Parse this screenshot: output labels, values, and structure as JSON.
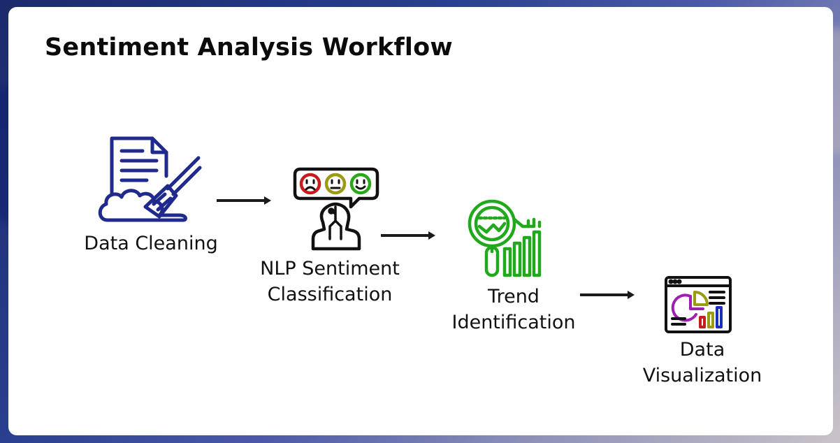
{
  "title": "Sentiment Analysis Workflow",
  "steps": [
    {
      "label": "Data Cleaning",
      "icon": "document-cleaning-broom-icon",
      "color": "#1f2a8c"
    },
    {
      "label_lines": [
        "NLP Sentiment",
        "Classification"
      ],
      "icon": "ai-head-emoji-rating-icon",
      "color": "#111111"
    },
    {
      "label_lines": [
        "Trend",
        "Identification"
      ],
      "icon": "magnifier-bar-chart-icon",
      "color": "#22a81c"
    },
    {
      "label_lines": [
        "Data",
        "Visualization"
      ],
      "icon": "dashboard-pie-bar-chart-icon",
      "color": "#111111"
    }
  ],
  "colors": {
    "accent_red": "#c51d1d",
    "accent_olive": "#9a9a14",
    "accent_green": "#2aa81a",
    "chart_purple": "#a01fb3",
    "chart_blue": "#1c2fb8"
  }
}
